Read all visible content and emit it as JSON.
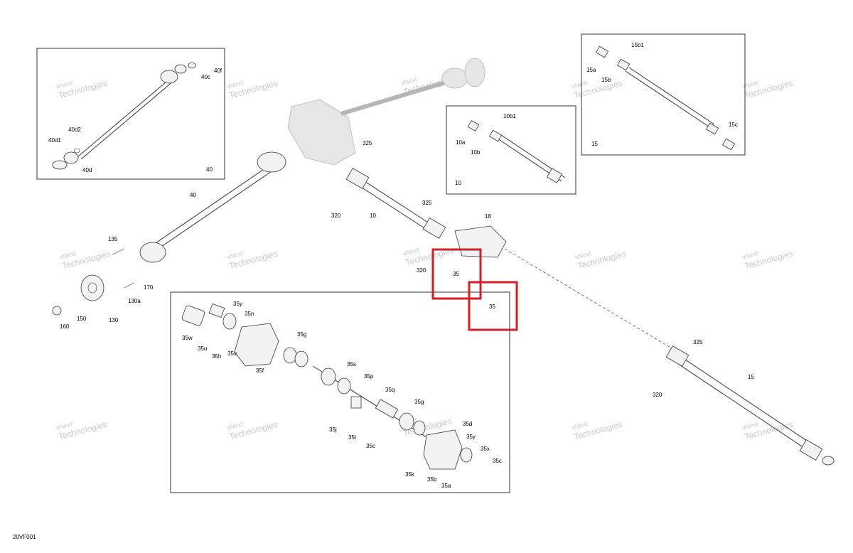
{
  "diagram_code": "20VF001",
  "watermark": {
    "line1": "vNext",
    "line2": "Technologies"
  },
  "insets": {
    "box_40": {
      "id": "40",
      "labels": [
        "40c",
        "40f",
        "40d2",
        "40d1",
        "40d"
      ]
    },
    "box_10": {
      "id": "10",
      "labels": [
        "10b1",
        "10a",
        "10b"
      ]
    },
    "box_15": {
      "id": "15",
      "labels": [
        "15b1",
        "15a",
        "15b",
        "15c"
      ]
    },
    "box_35": {
      "labels": [
        "35y",
        "35n",
        "35w",
        "35u",
        "35h",
        "35v",
        "35f",
        "35g",
        "35s",
        "35p",
        "35q",
        "35j",
        "35t",
        "35c",
        "35g",
        "35d",
        "35y",
        "35x",
        "35c",
        "35k",
        "35b",
        "35a"
      ]
    }
  },
  "main_labels": [
    "325",
    "40",
    "320",
    "10",
    "325",
    "18",
    "135",
    "170",
    "130a",
    "150",
    "130",
    "160",
    "320",
    "35",
    "325",
    "15",
    "320"
  ],
  "highlights": [
    "35",
    "35"
  ],
  "colors": {
    "highlight": "#d21f26",
    "line": "#333333",
    "watermark": "#c9c9c9"
  }
}
